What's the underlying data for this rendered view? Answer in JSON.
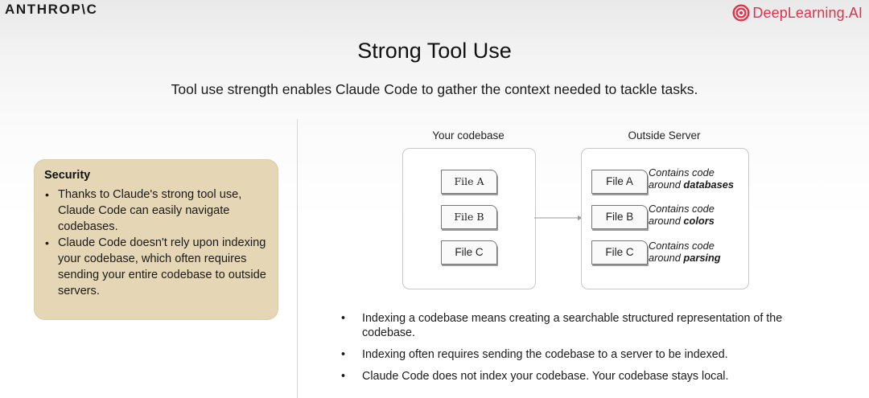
{
  "header": {
    "brand_left": "ANTHROP\\C",
    "brand_right": "DeepLearning.AI"
  },
  "slide": {
    "title": "Strong Tool Use",
    "subtitle": "Tool use strength enables Claude Code to gather the context needed to tackle tasks."
  },
  "security": {
    "title": "Security",
    "bullets": [
      "Thanks to Claude's strong tool use, Claude Code can easily navigate codebases.",
      "Claude Code doesn't rely upon indexing your codebase, which often requires sending your entire codebase to outside servers."
    ]
  },
  "diagram": {
    "left_label": "Your codebase",
    "right_label": "Outside Server",
    "left_files": [
      "File A",
      "File B",
      "File C"
    ],
    "right_files": [
      "File A",
      "File B",
      "File C"
    ],
    "notes": [
      {
        "prefix_1": "Contains code",
        "prefix_2": "around ",
        "bold": "databases"
      },
      {
        "prefix_1": "Contains code",
        "prefix_2": "around ",
        "bold": "colors"
      },
      {
        "prefix_1": "Contains code",
        "prefix_2": "around ",
        "bold": "parsing"
      }
    ]
  },
  "bottom_bullets": [
    "Indexing a codebase means creating a searchable structured representation of the codebase.",
    "Indexing often requires sending the codebase to a server to be indexed.",
    "Claude Code does not index your codebase. Your codebase stays local."
  ],
  "colors": {
    "accent_red": "#e0324b",
    "card_bg": "#e5d6b5"
  }
}
